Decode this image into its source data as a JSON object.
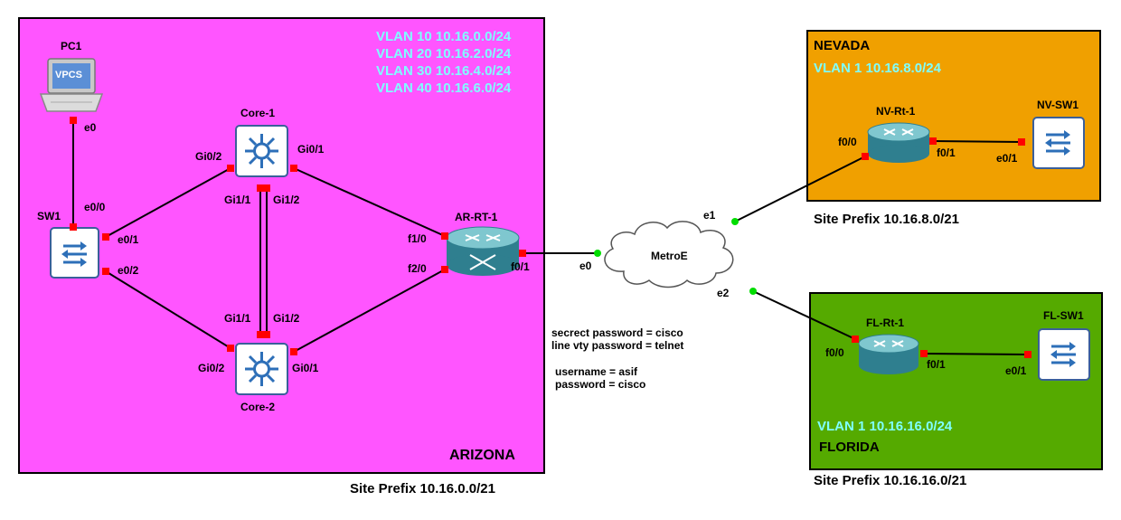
{
  "zones": {
    "arizona": {
      "name": "ARIZONA",
      "color": "#ff55ff",
      "vlans": [
        "VLAN 10 10.16.0.0/24",
        "VLAN 20 10.16.2.0/24",
        "VLAN 30 10.16.4.0/24",
        "VLAN 40 10.16.6.0/24"
      ],
      "site_prefix": "Site Prefix 10.16.0.0/21"
    },
    "nevada": {
      "name": "NEVADA",
      "color": "#f0a000",
      "vlans": [
        "VLAN 1 10.16.8.0/24"
      ],
      "site_prefix": "Site Prefix 10.16.8.0/21"
    },
    "florida": {
      "name": "FLORIDA",
      "color": "#55aa00",
      "vlans": [
        "VLAN 1 10.16.16.0/24"
      ],
      "site_prefix": "Site Prefix 10.16.16.0/21"
    }
  },
  "devices": {
    "pc1": {
      "name": "PC1",
      "screen_text": "VPCS",
      "icon": "laptop-icon"
    },
    "sw1": {
      "name": "SW1",
      "icon": "switch-icon"
    },
    "core1": {
      "name": "Core-1",
      "icon": "multilayer-switch-icon"
    },
    "core2": {
      "name": "Core-2",
      "icon": "multilayer-switch-icon"
    },
    "ar_rt1": {
      "name": "AR-RT-1",
      "icon": "router-icon"
    },
    "metroe": {
      "name": "MetroE",
      "icon": "cloud-icon"
    },
    "nv_rt1": {
      "name": "NV-Rt-1",
      "icon": "router-icon"
    },
    "nv_sw1": {
      "name": "NV-SW1",
      "icon": "switch-icon"
    },
    "fl_rt1": {
      "name": "FL-Rt-1",
      "icon": "router-icon"
    },
    "fl_sw1": {
      "name": "FL-SW1",
      "icon": "switch-icon"
    }
  },
  "ports": {
    "pc1_e0": "e0",
    "sw1_e0_0": "e0/0",
    "sw1_e0_1": "e0/1",
    "sw1_e0_2": "e0/2",
    "core1_gi0_2": "Gi0/2",
    "core1_gi0_1": "Gi0/1",
    "core1_gi1_1": "Gi1/1",
    "core1_gi1_2": "Gi1/2",
    "core2_gi1_1": "Gi1/1",
    "core2_gi1_2": "Gi1/2",
    "core2_gi0_2": "Gi0/2",
    "core2_gi0_1": "Gi0/1",
    "ar_f1_0": "f1/0",
    "ar_f2_0": "f2/0",
    "ar_f0_1": "f0/1",
    "metro_e0": "e0",
    "metro_e1": "e1",
    "metro_e2": "e2",
    "nv_f0_0": "f0/0",
    "nv_f0_1": "f0/1",
    "nvsw_e0_1": "e0/1",
    "fl_f0_0": "f0/0",
    "fl_f0_1": "f0/1",
    "flsw_e0_1": "e0/1"
  },
  "notes": {
    "secret": "secrect password = cisco",
    "vty": "line vty password = telnet",
    "username": "username = asif",
    "password": "password = cisco"
  },
  "link_status_colors": {
    "connected": "#ff0000",
    "cloud": "#00dd00"
  }
}
